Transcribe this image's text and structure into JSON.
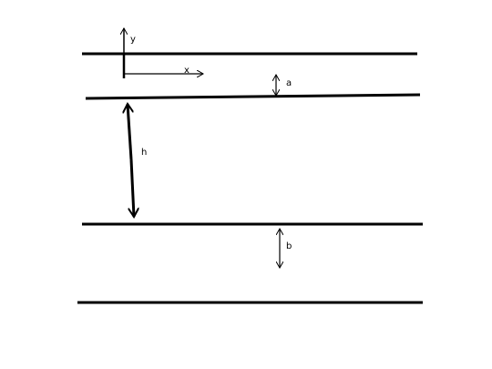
{
  "colors": {
    "background": "#ffffff",
    "ink": "#000000"
  },
  "labels": {
    "y_axis": "y",
    "x_axis": "x",
    "gap_a": "a",
    "gap_h": "h",
    "gap_b": "b"
  },
  "icons": {
    "axis_arrow": "arrow-head-icon",
    "dimension_arrow": "double-headed-arrow-icon"
  }
}
